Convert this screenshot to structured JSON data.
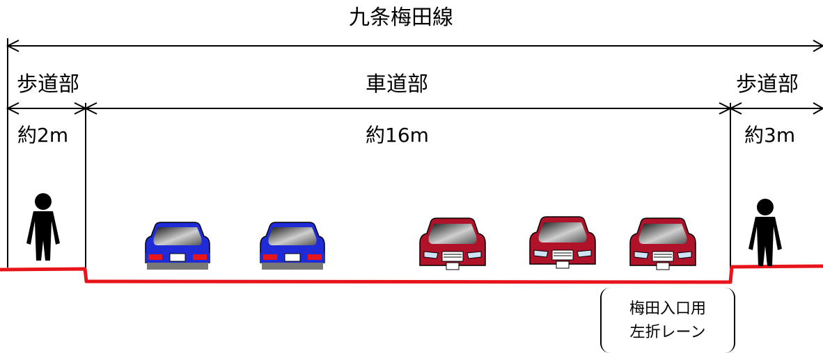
{
  "title": "九条梅田線",
  "sections": {
    "left_sidewalk": {
      "label": "歩道部",
      "width": "約2m"
    },
    "roadway": {
      "label": "車道部",
      "width": "約16m"
    },
    "right_sidewalk": {
      "label": "歩道部",
      "width": "約3m"
    }
  },
  "callout": {
    "line1": "梅田入口用",
    "line2": "左折レーン"
  },
  "vehicles": [
    {
      "facing": "rear",
      "color": "blue"
    },
    {
      "facing": "rear",
      "color": "blue"
    },
    {
      "facing": "front",
      "color": "red"
    },
    {
      "facing": "front",
      "color": "red"
    },
    {
      "facing": "front",
      "color": "red"
    }
  ],
  "pedestrians": 2,
  "colors": {
    "ground_line": "#e8141c",
    "car_blue": "#1f2bd6",
    "car_red": "#b0122a"
  }
}
